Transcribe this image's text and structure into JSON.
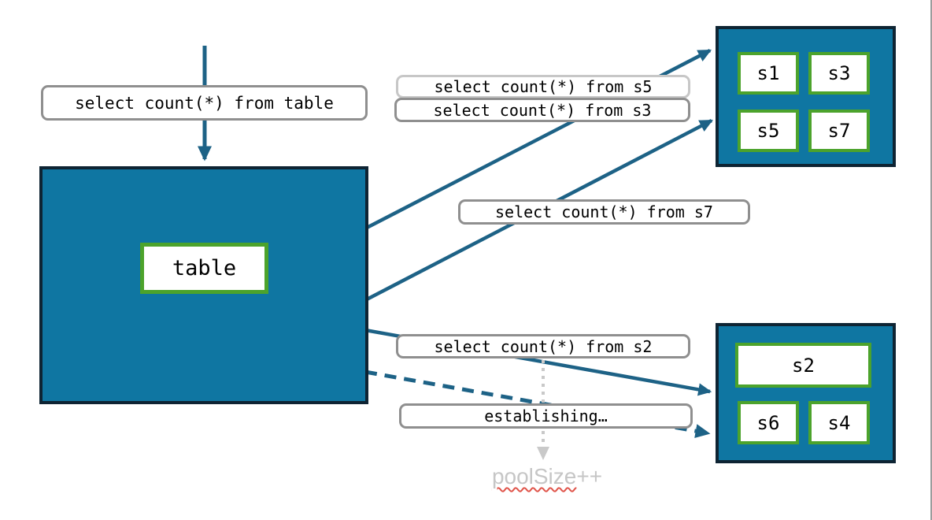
{
  "diagram": {
    "query_table": "select count(*) from table",
    "query_s5": "select count(*) from s5",
    "query_s3": "select count(*) from s3",
    "query_s7": "select count(*) from s7",
    "query_s2": "select count(*) from s2",
    "establishing": "establishing…",
    "pool_size_word": "poolSize",
    "pool_size_suffix": "++",
    "table_label": "table",
    "shards_top": [
      "s1",
      "s3",
      "s5",
      "s7"
    ],
    "shards_bottom": [
      "s2",
      "s6",
      "s4"
    ]
  },
  "colors": {
    "node_fill": "#0f76a2",
    "node_border": "#0e2433",
    "shard_border": "#4ca32c",
    "arrow_teal": "#1d6286",
    "label_border": "#8f8f8f",
    "label_border_light": "#c7c7c7",
    "dotted_arrow_gray": "#c9c9c9",
    "pending_text_gray": "#c6c6c6",
    "spellcheck_red": "#e0544a"
  }
}
